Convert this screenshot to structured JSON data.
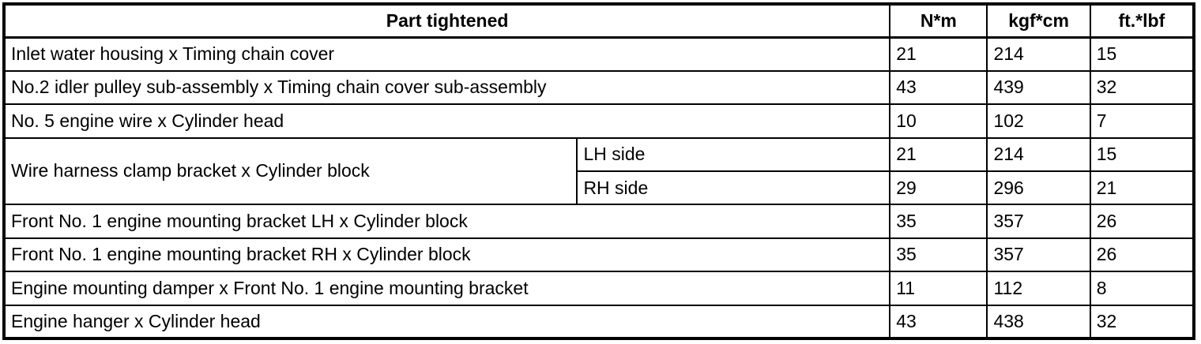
{
  "table": {
    "header": {
      "part": "Part tightened",
      "nm": "N*m",
      "kgf_cm": "kgf*cm",
      "ft_lbf": "ft.*lbf"
    },
    "rows": [
      {
        "part": "Inlet water housing x Timing chain cover",
        "nm": "21",
        "kgf_cm": "214",
        "ft_lbf": "15"
      },
      {
        "part": "No.2 idler pulley sub-assembly x Timing chain cover sub-assembly",
        "nm": "43",
        "kgf_cm": "439",
        "ft_lbf": "32"
      },
      {
        "part": "No. 5 engine wire x Cylinder head",
        "nm": "10",
        "kgf_cm": "102",
        "ft_lbf": "7"
      },
      {
        "part": "Wire harness clamp bracket x Cylinder block",
        "side": "LH side",
        "nm": "21",
        "kgf_cm": "214",
        "ft_lbf": "15"
      },
      {
        "part": "Wire harness clamp bracket x Cylinder block",
        "side": "RH side",
        "nm": "29",
        "kgf_cm": "296",
        "ft_lbf": "21"
      },
      {
        "part": "Front No. 1 engine mounting bracket LH x Cylinder block",
        "nm": "35",
        "kgf_cm": "357",
        "ft_lbf": "26"
      },
      {
        "part": "Front No. 1 engine mounting bracket RH x Cylinder block",
        "nm": "35",
        "kgf_cm": "357",
        "ft_lbf": "26"
      },
      {
        "part": "Engine mounting damper x Front No. 1 engine mounting bracket",
        "nm": "11",
        "kgf_cm": "112",
        "ft_lbf": "8"
      },
      {
        "part": "Engine hanger x Cylinder head",
        "nm": "43",
        "kgf_cm": "438",
        "ft_lbf": "32"
      }
    ],
    "colors": {
      "border": "#000000",
      "background": "#ffffff",
      "text": "#000000"
    }
  }
}
